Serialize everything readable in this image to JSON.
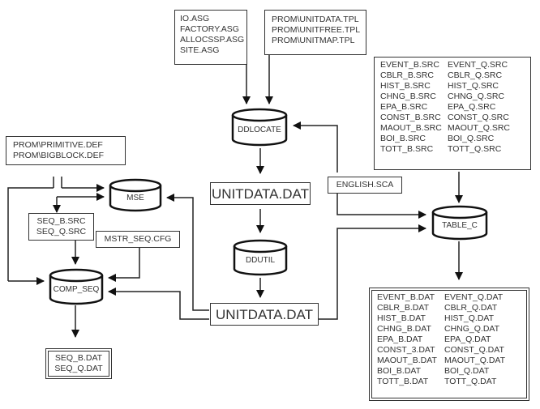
{
  "diagram": {
    "inputs": {
      "asg_files": [
        "IO.ASG",
        "FACTORY.ASG",
        "ALLOCSSP.ASG",
        "SITE.ASG"
      ],
      "tpl_files": [
        "PROM\\UNITDATA.TPL",
        "PROM\\UNITFREE.TPL",
        "PROM\\UNITMAP.TPL"
      ],
      "def_files": [
        "PROM\\PRIMITIVE.DEF",
        "PROM\\BIGBLOCK.DEF"
      ],
      "seq_src_files": [
        "SEQ_B.SRC",
        "SEQ_Q.SRC"
      ],
      "mstr_cfg": "MSTR_SEQ.CFG",
      "english_sca": "ENGLISH.SCA",
      "src_files_b": [
        "EVENT_B.SRC",
        "CBLR_B.SRC",
        "HIST_B.SRC",
        "CHNG_B.SRC",
        "EPA_B.SRC",
        "CONST_B.SRC",
        "MAOUT_B.SRC",
        "BOI_B.SRC",
        "TOTT_B.SRC"
      ],
      "src_files_q": [
        "EVENT_Q.SRC",
        "CBLR_Q.SRC",
        "HIST_Q.SRC",
        "CHNG_Q.SRC",
        "EPA_Q.SRC",
        "CONST_Q.SRC",
        "MAOUT_Q.SRC",
        "BOI_Q.SRC",
        "TOTT_Q.SRC"
      ]
    },
    "processes": {
      "ddlocate": "DDLOCATE",
      "ddutil": "DDUTIL",
      "mse": "MSE",
      "comp_seq": "COMP_SEQ",
      "table_c": "TABLE_C"
    },
    "data_files": {
      "unitdata_1": "UNITDATA.DAT",
      "unitdata_2": "UNITDATA.DAT"
    },
    "outputs": {
      "seq_dat": [
        "SEQ_B.DAT",
        "SEQ_Q.DAT"
      ],
      "dat_files_b": [
        "EVENT_B.DAT",
        "CBLR_B.DAT",
        "HIST_B.DAT",
        "CHNG_B.DAT",
        "EPA_B.DAT",
        "CONST_3.DAT",
        "MAOUT_B.DAT",
        "BOI_B.DAT",
        "TOTT_B.DAT"
      ],
      "dat_files_q": [
        "EVENT_Q.DAT",
        "CBLR_Q.DAT",
        "HIST_Q.DAT",
        "CHNG_Q.DAT",
        "EPA_Q.DAT",
        "CONST_Q.DAT",
        "MAOUT_Q.DAT",
        "BOI_Q.DAT",
        "TOTT_Q.DAT"
      ]
    }
  }
}
